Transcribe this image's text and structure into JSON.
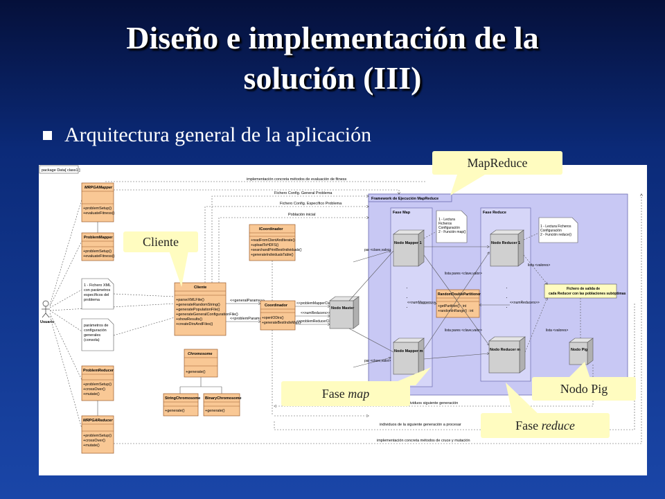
{
  "slide": {
    "title_line1": "Diseño e implementación de la",
    "title_line2": "solución (III)",
    "bullet": "Arquitectura general de la aplicación"
  },
  "callouts": {
    "mapreduce": "MapReduce",
    "cliente": "Cliente",
    "fase_map_text": "Fase ",
    "fase_map_em": "map",
    "fase_reduce_text": "Fase ",
    "fase_reduce_em": "reduce",
    "nodo_pig": "Nodo Pig"
  },
  "diagram": {
    "package": "package Data[ class1 ]",
    "actor": "Usuario",
    "classes": {
      "mrpgamapper": {
        "name": "MRPGAMapper",
        "ops": [
          "+problemSetup()",
          "+evaluateFitness()"
        ]
      },
      "problemmapper": {
        "name": "ProblemMapper",
        "ops": [
          "+problemSetup()",
          "+evaluateFitness()"
        ]
      },
      "problemreducer": {
        "name": "ProblemReducer",
        "ops": [
          "+problemSetup()",
          "+crossOver()",
          "+mutate()"
        ]
      },
      "mrpgareducer": {
        "name": "MRPGAReducer",
        "ops": [
          "+problemSetup()",
          "+crossOver()",
          "+mutate()"
        ]
      },
      "icoordinador": {
        "name": "ICoordinador",
        "ops": [
          "+readFromClientAndIterate()",
          "+uploadToHDFS()",
          "+searchandPrintBestIndividuals()",
          "+generateIndividualsTable()"
        ]
      },
      "cliente": {
        "name": "Cliente",
        "ops": [
          "+parseXMLFile()",
          "+generateRandomString()",
          "+generatePopulationFile()",
          "+generateGeneralConfigurationFile()",
          "+showResults()",
          "+createDirsAndFiles()"
        ]
      },
      "coordinador": {
        "name": "Coordinador",
        "ops": [
          "+openIODirs()",
          "+generateBestIndivMap()"
        ]
      },
      "chromosome": {
        "name": "Chromosome",
        "ops": [
          "+generate()"
        ]
      },
      "stringchromosome": {
        "name": "StringChromosome",
        "ops": [
          "+generate()"
        ]
      },
      "binarychromosome": {
        "name": "BinaryChromosome",
        "ops": [
          "+generate()"
        ]
      }
    },
    "notes": {
      "xml": [
        "1 - Fichero XML",
        "con parámetros",
        "específicos del",
        "problema"
      ],
      "consola": [
        "parámetros de",
        "configuración",
        "generales",
        "(consola)"
      ],
      "map": [
        "1 - Lectura",
        "Ficheros",
        "Configuración",
        "2 - Función map()"
      ],
      "reduce": [
        "1 - Lectura Ficheros",
        "Configuración",
        "2 - Función reduce()"
      ],
      "salida": [
        "Fichero de salida de",
        "cada Reducer con las poblaciones subóptimas"
      ]
    },
    "framework": "Framework de Ejecución MapReduce",
    "fase_map_label": "Fase Map",
    "fase_reduce_label": "Fase Reduce",
    "nodes": {
      "master": "Nodo Master",
      "mapper1": "Nodo Mapper 1",
      "mapperm": "Nodo Mapper m",
      "reducer1": "Nodo Reducer 1",
      "reducerm": "Nodo Reducer m",
      "pig": "Nodo Pig"
    },
    "partitioner": {
      "name": "RandomDoublePartitioner",
      "ops": [
        "+getPartition() : int",
        "+randomInRange() : int"
      ]
    },
    "edges": {
      "top_fitness": "implementación concreta métodos de evaluación de fitness",
      "conf_general": "Fichero Config. General Problema",
      "conf_especifico": "Fichero Config. Específico Problema",
      "poblacion": "Población inicial",
      "general_params": "<<generalParams>>",
      "problem_params": "<<problemParams>>",
      "mapper_class": "<<problemMapperClass>>",
      "num_reducers": "<<numReducers>>",
      "reducer_class": "<<problemReducerClass>>",
      "par_1": "par <clave,valor>",
      "par_m": "par <clave,valor>",
      "lista_pares_1": "lista pares <clave,valor>",
      "lista_pares_m": "lista pares <clave,valor>",
      "num_mappers": "<<numMappers>>",
      "num_reducers_2": "<<numReducers>>",
      "lista_valores_1": "lista <valores>",
      "lista_valores_2": "lista <valores>",
      "prep_generacion": "preparación individuos siguiente generación",
      "ind_siguiente": "individuos de la siguiente generación a procesar",
      "impl_cruce": "implementación concreta métodos de cruce y mutación"
    }
  },
  "colors": {
    "class_fill": "#f9c895",
    "class_border": "#9a5a2a",
    "framework_fill": "#c8c8f4",
    "node_fill": "#d0d0d0",
    "callout_fill": "#fffcc0"
  }
}
